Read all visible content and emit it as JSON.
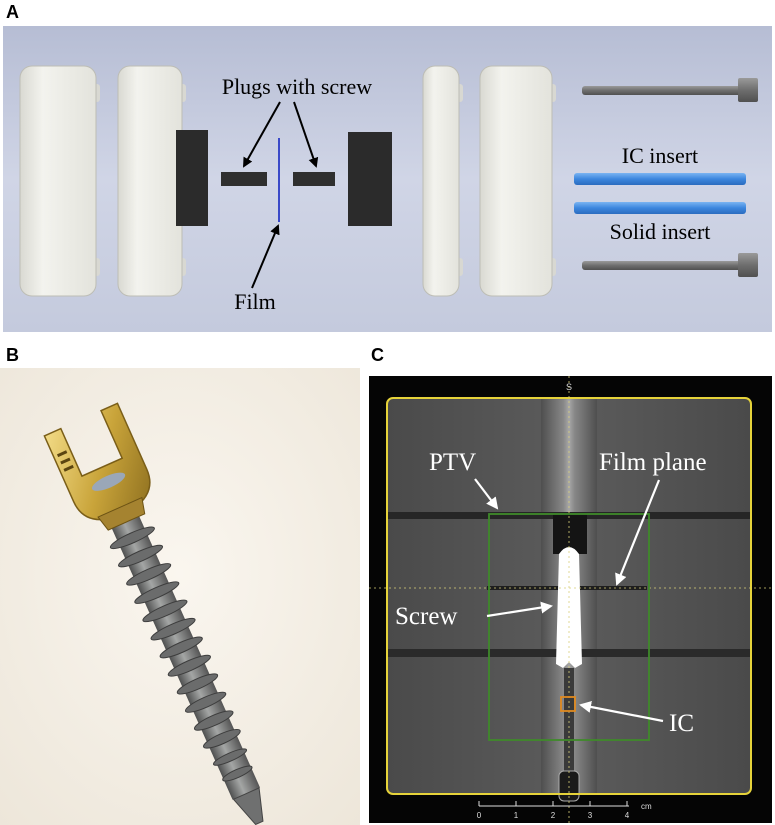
{
  "panel_a": {
    "letter": "A",
    "labels": {
      "plugs": "Plugs with screw",
      "film": "Film",
      "ic_insert": "IC insert",
      "solid_insert": "Solid insert"
    }
  },
  "panel_b": {
    "letter": "B"
  },
  "panel_c": {
    "letter": "C",
    "labels": {
      "ptv": "PTV",
      "film_plane": "Film plane",
      "screw": "Screw",
      "ic": "IC"
    },
    "orientation_marker": "S",
    "scale_bar": {
      "ticks": [
        "0",
        "1",
        "2",
        "3",
        "4"
      ],
      "unit": "cm"
    }
  },
  "colors": {
    "panel_a_bg": "#c9cfe3",
    "insert_blue": "#4a90e0",
    "ptv_green": "#3f8a2a",
    "outline_yellow": "#e6d33a",
    "ic_orange": "#e08a20",
    "gold": "#c9a43a"
  }
}
